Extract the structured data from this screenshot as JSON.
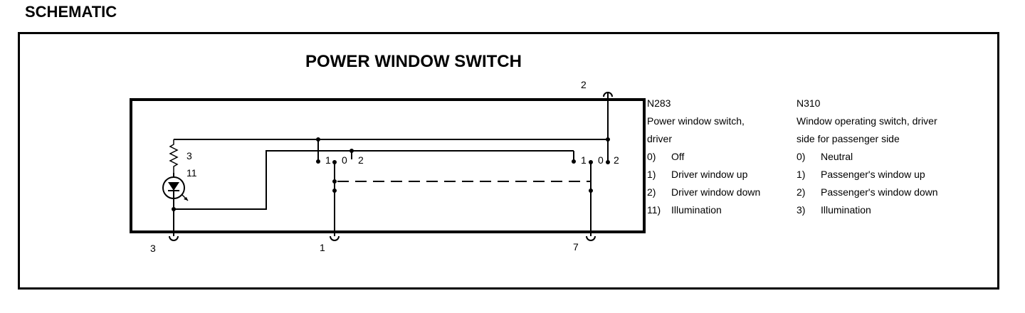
{
  "heading": "SCHEMATIC",
  "diagram_title": "POWER WINDOW SWITCH",
  "terminals": {
    "top": "2",
    "left": "3",
    "middle": "1",
    "right": "7"
  },
  "lamp_labels": {
    "resistor": "3",
    "lamp": "11"
  },
  "driver_switch_positions": [
    "1",
    "0",
    "2"
  ],
  "passenger_switch_positions": [
    "1",
    "0",
    "2"
  ],
  "legend": [
    {
      "id": "N283",
      "description_lines": [
        "Power window switch,",
        "driver"
      ],
      "items": [
        {
          "code": "0)",
          "text": "Off"
        },
        {
          "code": "1)",
          "text": "Driver window up"
        },
        {
          "code": "2)",
          "text": "Driver window down"
        },
        {
          "code": "11)",
          "text": "Illumination"
        }
      ]
    },
    {
      "id": "N310",
      "description_lines": [
        "Window operating switch, driver",
        "side for passenger side"
      ],
      "items": [
        {
          "code": "0)",
          "text": "Neutral"
        },
        {
          "code": "1)",
          "text": "Passenger's window up"
        },
        {
          "code": "2)",
          "text": "Passenger's window down"
        },
        {
          "code": "3)",
          "text": "Illumination"
        }
      ]
    }
  ]
}
